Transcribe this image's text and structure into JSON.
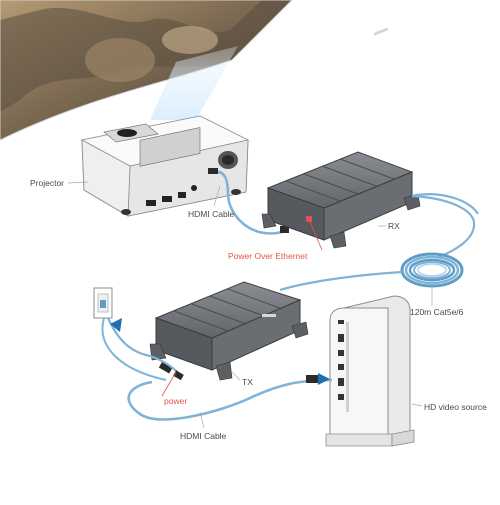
{
  "labels": {
    "projector": "Projector",
    "hdmi_cable_top": "HDMI Cable",
    "power_over_ethernet": "Power Over Ethernet",
    "rx": "RX",
    "cat_cable": "120m Cat5e/6",
    "tx": "TX",
    "power": "power",
    "hd_video_source": "HD video source",
    "hdmi_cable_bottom": "HDMI Cable"
  },
  "colors": {
    "cable_blue": "#7fb3d8",
    "annotation_red": "#e2564a",
    "label_gray": "#4a4a4a",
    "device_gray": "#6f7377",
    "arrow_blue": "#1f6fb0"
  },
  "icons": {
    "projector": "projector-icon",
    "rx": "rx-receiver-icon",
    "tx": "tx-transmitter-icon",
    "source": "hd-video-source-icon",
    "outlet": "wall-outlet-icon"
  }
}
